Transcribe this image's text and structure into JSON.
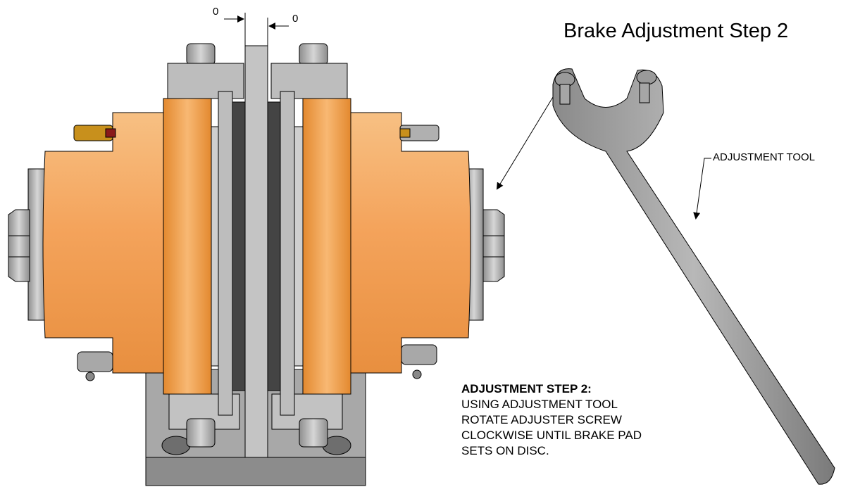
{
  "title": "Brake Adjustment Step 2",
  "callout_label": "ADJUSTMENT TOOL",
  "dimensions": {
    "left_gap": "0",
    "right_gap": "0"
  },
  "note": {
    "heading": "ADJUSTMENT STEP 2:",
    "lines": [
      "USING ADJUSTMENT TOOL",
      "ROTATE ADJUSTER SCREW",
      "CLOCKWISE UNTIL BRAKE PAD",
      "SETS ON DISC."
    ]
  },
  "colors": {
    "caliper_orange": "#f2a45a",
    "steel_gray": "#bdbdbd",
    "dark_gray": "#5a5a5a",
    "pad_dark": "#3f3f3f",
    "brass": "#c8901c"
  }
}
